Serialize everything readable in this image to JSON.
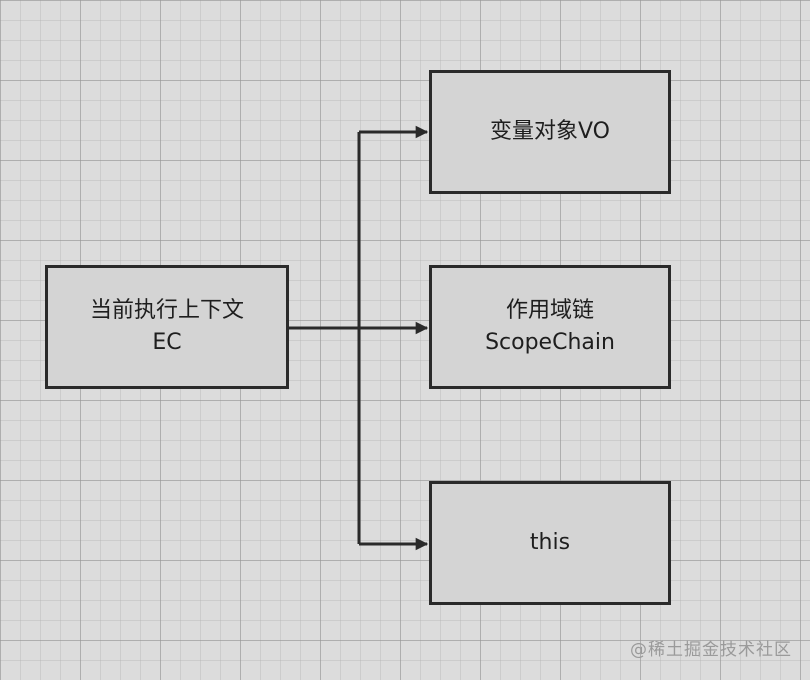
{
  "diagram": {
    "nodes": {
      "execution_context": {
        "line1": "当前执行上下文",
        "line2": "EC"
      },
      "variable_object": {
        "label": "变量对象VO"
      },
      "scope_chain": {
        "line1": "作用域链",
        "line2": "ScopeChain"
      },
      "this_binding": {
        "label": "this"
      }
    },
    "edges": [
      {
        "from": "execution_context",
        "to": "variable_object"
      },
      {
        "from": "execution_context",
        "to": "scope_chain"
      },
      {
        "from": "execution_context",
        "to": "this_binding"
      }
    ],
    "colors": {
      "stroke": "#2a2a2a",
      "node_fill": "#d4d4d4",
      "background": "#dcdcdc"
    }
  },
  "watermark": {
    "text": "@稀土掘金技术社区"
  }
}
